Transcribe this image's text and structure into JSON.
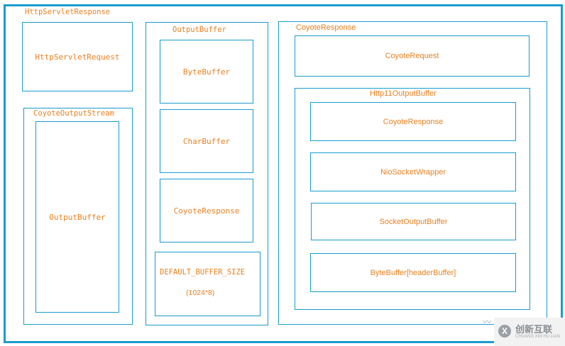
{
  "outer": {
    "title": "HttpServletResponse"
  },
  "left": {
    "request": "HttpServletRequest",
    "stream": {
      "title": "CoyoteOutputStream",
      "inner": "OutputBuffer"
    }
  },
  "middle": {
    "title": "OutputBuffer",
    "items": [
      "ByteBuffer",
      "CharBuffer",
      "CoyoteResponse"
    ],
    "default_size": {
      "name": "DEFAULT_BUFFER_SIZE",
      "value": "(1024*8)"
    }
  },
  "right": {
    "title": "CoyoteResponse",
    "request": "CoyoteRequest",
    "http11": {
      "title": "Http11OutputBuffer",
      "items": [
        "CoyoteResponse",
        "NioSocketWrapper",
        "SocketOutputBuffer",
        "ByteBuffer[headerBuffer]"
      ]
    }
  },
  "watermark": {
    "brand": "创新互联",
    "sub": "CHUANG XIN HU LIAN",
    "logo": "X"
  },
  "colors": {
    "border": "#1a9bd0",
    "text": "#e8801f"
  }
}
